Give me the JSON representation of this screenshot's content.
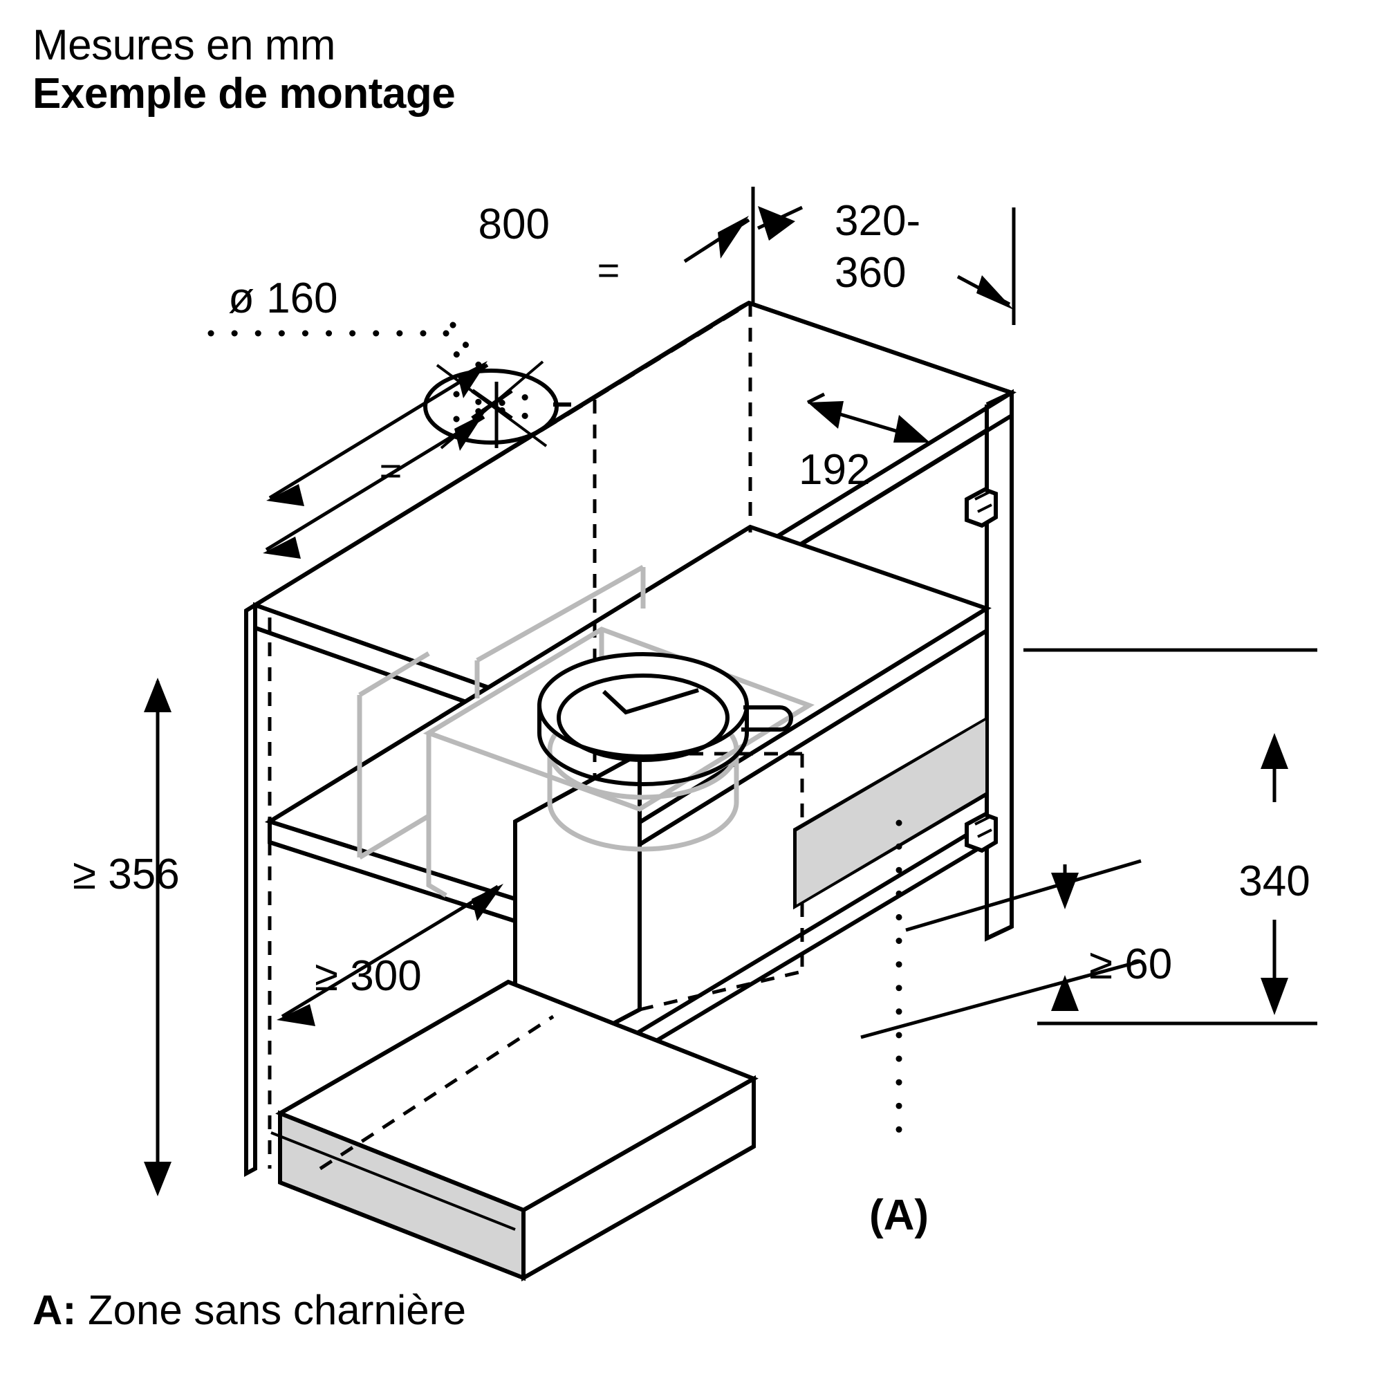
{
  "header": {
    "line1": "Mesures en mm",
    "line2": "Exemple de montage"
  },
  "footer": {
    "key": "A:",
    "text": " Zone sans charnière"
  },
  "dimensions": {
    "diameter": "ø 160",
    "width_800": "800",
    "depth_320_360_top": "320-",
    "depth_320_360_bottom": "360",
    "inner_192": "192",
    "height_min_356": "≥ 356",
    "depth_min_300": "≥ 300",
    "clearance_min_60": "≥ 60",
    "height_340": "340",
    "equal_mark_left": "=",
    "equal_mark_right": "="
  },
  "callouts": {
    "zone_a": "(A)"
  },
  "colors": {
    "line": "#000000",
    "shaded_panel": "#d4d4d4",
    "ghost_outline": "#b9b9b9",
    "background": "#ffffff"
  },
  "icons": [
    "arrow-head-icon",
    "dimension-arrow-icon",
    "dotted-leader-icon",
    "dashed-hidden-edge-icon",
    "crosshair-icon",
    "hinge-bracket-icon",
    "duct-collar-icon"
  ]
}
